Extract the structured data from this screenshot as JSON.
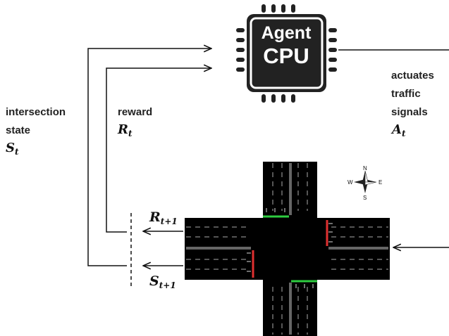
{
  "agent": {
    "line1": "Agent",
    "line2": "CPU"
  },
  "state_label": {
    "line1": "intersection",
    "line2": "state",
    "symbol": "S",
    "sub": "t"
  },
  "reward_label": {
    "line1": "reward",
    "symbol": "R",
    "sub": "t"
  },
  "action_label": {
    "line1": "actuates",
    "line2": "traffic",
    "line3": "signals",
    "symbol": "A",
    "sub": "t"
  },
  "next_reward": {
    "symbol": "R",
    "sub": "t+1"
  },
  "next_state": {
    "symbol": "S",
    "sub": "t+1"
  },
  "compass": {
    "n": "N",
    "s": "S",
    "e": "E",
    "w": "W"
  },
  "colors": {
    "road": "#000000",
    "cpu": "#222222",
    "green_signal": "#2ecc40",
    "red_signal": "#e03030",
    "line": "#111111",
    "lane_mark": "#bbbbbb"
  }
}
